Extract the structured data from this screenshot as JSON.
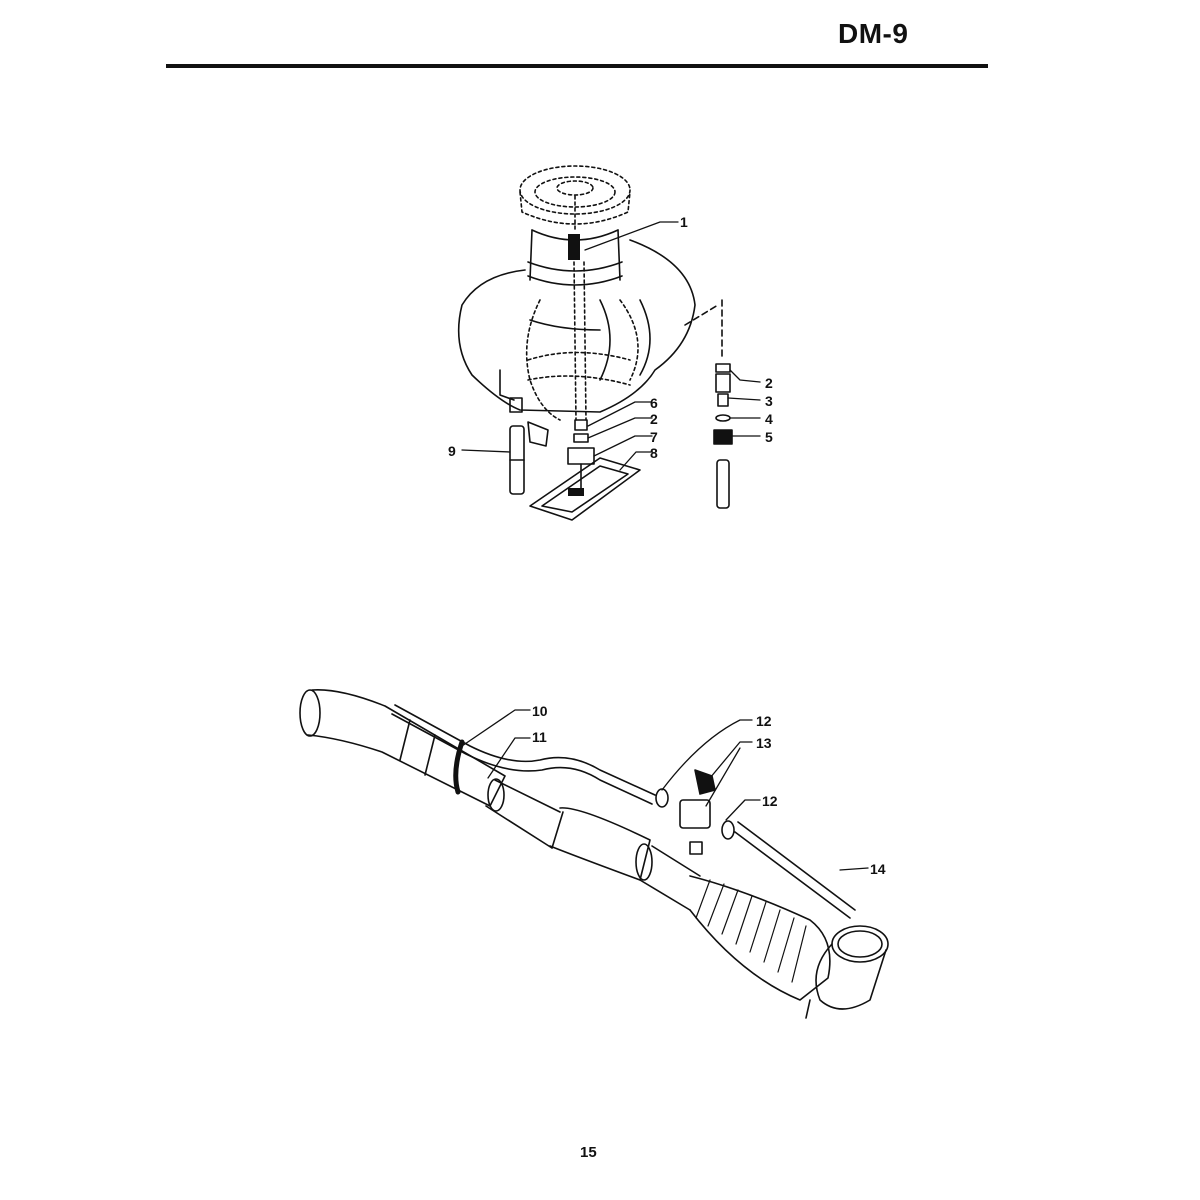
{
  "header": {
    "model": "DM-9"
  },
  "page_number": "15",
  "tank_assembly": {
    "callouts": [
      "1",
      "2",
      "3",
      "4",
      "5",
      "6",
      "2",
      "7",
      "8",
      "9"
    ]
  },
  "blower_pipe_assembly": {
    "callouts": [
      "10",
      "11",
      "12",
      "13",
      "12",
      "14"
    ]
  }
}
